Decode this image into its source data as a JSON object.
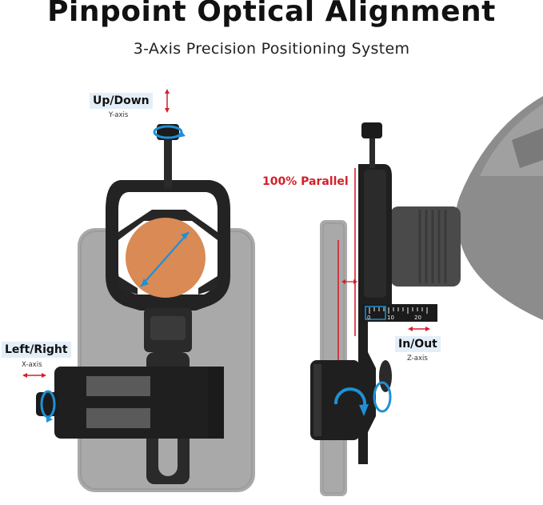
{
  "header": {
    "title": "Pinpoint Optical Alignment",
    "subtitle": "3-Axis Precision Positioning System"
  },
  "axes": {
    "y": {
      "label": "Up/Down",
      "sub": "Y-axis"
    },
    "x": {
      "label": "Left/Right",
      "sub": "X-axis"
    },
    "z": {
      "label": "In/Out",
      "sub": "Z-axis"
    }
  },
  "callout": {
    "parallel": "100% Parallel"
  },
  "scale": {
    "ticks": [
      "0",
      "10",
      "20"
    ]
  },
  "colors": {
    "accent_blue": "#1e90d6",
    "accent_red": "#d4202a",
    "dark": "#1b1b1b",
    "phone_gray": "#a9a9a9",
    "lens_orange": "#d98a55"
  }
}
